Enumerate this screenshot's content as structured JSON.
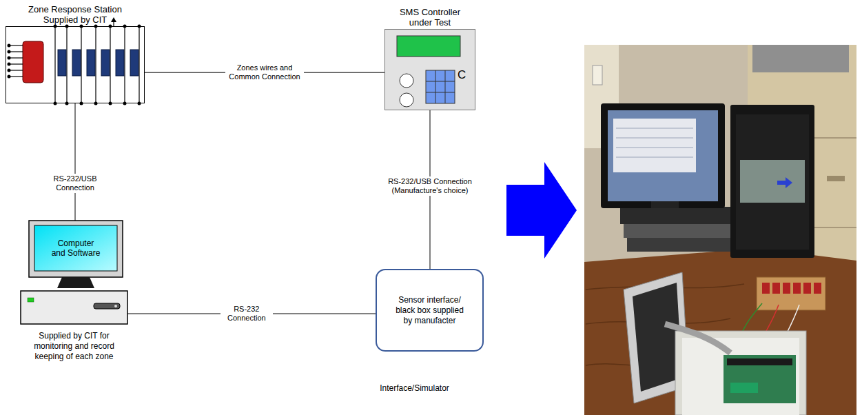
{
  "diagram": {
    "nodes": [
      {
        "text": [
          "Zone Response Station Supplied by CIT"
        ]
      },
      {
        "text": [
          "SMS Controller under Test",
          "C"
        ]
      },
      {
        "text": [
          "Computer and Software",
          "Supplied by CIT for monitoring and record keeping of each zone"
        ]
      },
      {
        "text": [
          "Sensor interface/ black box supplied by manufacter",
          "Interface/Simulator"
        ]
      }
    ],
    "edges": [
      {
        "from": 0,
        "to": 1,
        "arrow": "none",
        "label": "Zones wires and Common Connection"
      },
      {
        "from": 0,
        "to": 2,
        "arrow": "none",
        "label": "RS-232/USB Connection"
      },
      {
        "from": 1,
        "to": 3,
        "arrow": "none",
        "label": "RS-232/USB Connection (Manufacture's choice)"
      },
      {
        "from": 2,
        "to": 3,
        "arrow": "none",
        "label": "RS-232 Connection"
      }
    ]
  }
}
